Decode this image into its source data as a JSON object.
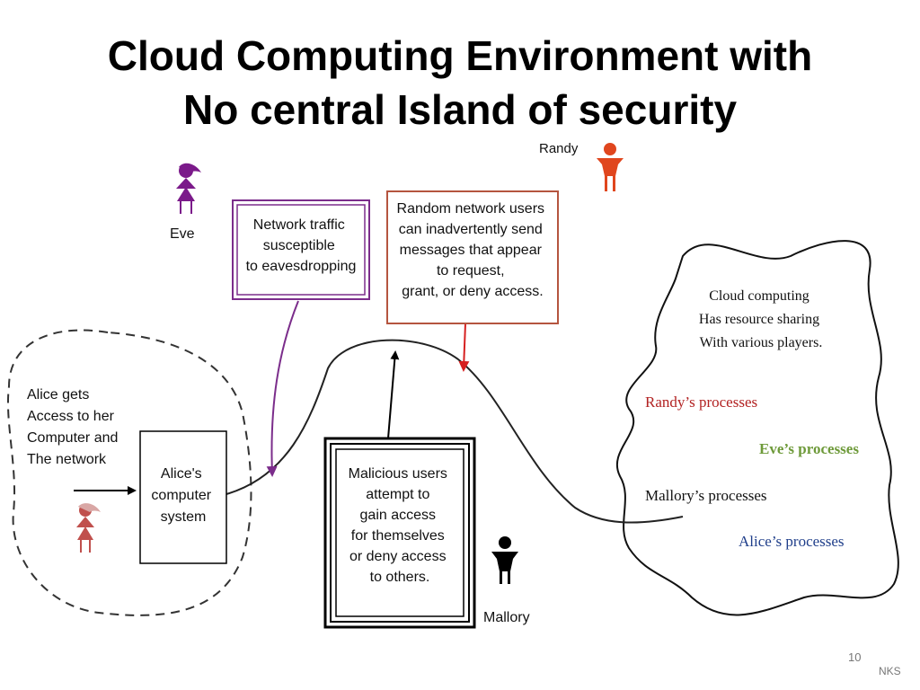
{
  "slide": {
    "title_line1": "Cloud Computing Environment with",
    "title_line2": "No central Island of security",
    "slide_number": "10",
    "footer": "NKS"
  },
  "people": {
    "eve": "Eve",
    "randy": "Randy",
    "mallory": "Mallory"
  },
  "boxes": {
    "network_traffic": [
      "Network traffic",
      "susceptible",
      "to eavesdropping"
    ],
    "random_users": [
      "Random network users",
      "can inadvertently send",
      "messages that appear",
      "to request,",
      "grant, or deny access."
    ],
    "malicious_users": [
      "Malicious users",
      "attempt to",
      "gain access",
      "for themselves",
      "or deny access",
      "to others."
    ],
    "alice_system": [
      "Alice's",
      "computer",
      "system"
    ]
  },
  "alice_note": [
    "Alice gets",
    "Access to her",
    "Computer and",
    "The network"
  ],
  "cloud": {
    "description": [
      "Cloud computing",
      "Has resource sharing",
      "With various players."
    ],
    "randy_processes": "Randy’s processes",
    "eve_processes": "Eve’s processes",
    "mallory_processes": "Mallory’s processes",
    "alice_processes": "Alice’s processes"
  },
  "colors": {
    "eve": "#7b1a8a",
    "randy": "#e0461e",
    "mallory": "#000000",
    "alice": "#c0504d",
    "purple_box": "#7b2d8b",
    "brown_box": "#b5553f",
    "randy_text": "#b22222",
    "eve_text": "#6e9a3a",
    "alice_text": "#1f3e8a"
  }
}
